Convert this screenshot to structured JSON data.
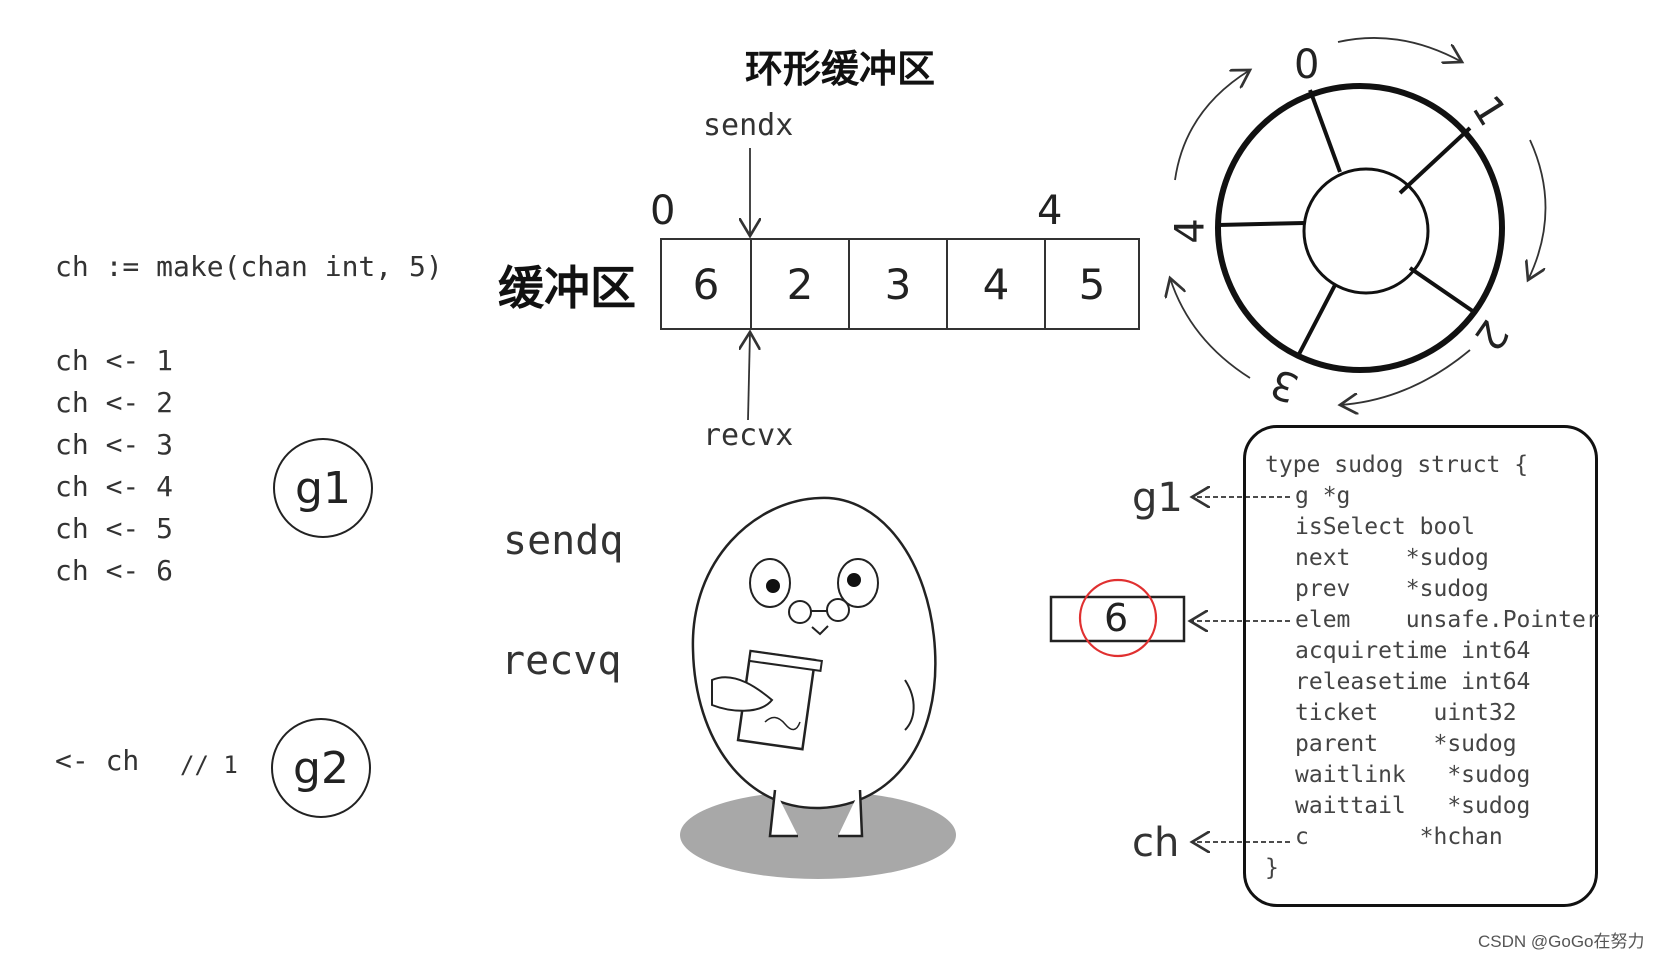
{
  "title": "环形缓冲区",
  "code_left": {
    "make": "ch := make(chan int, 5)",
    "sends": [
      "ch <- 1",
      "ch <- 2",
      "ch <- 3",
      "ch <- 4",
      "ch <- 5",
      "ch <- 6"
    ],
    "recv": "<- ch",
    "recv_comment": "// 1"
  },
  "goroutines": {
    "g1": "g1",
    "g2": "g2"
  },
  "buffer": {
    "label": "缓冲区",
    "cells": [
      "6",
      "2",
      "3",
      "4",
      "5"
    ],
    "index_start": "0",
    "index_end": "4",
    "sendx_label": "sendx",
    "recvx_label": "recvx"
  },
  "queues": {
    "sendq": "sendq",
    "recvq": "recvq"
  },
  "ring": {
    "indices": [
      "0",
      "1",
      "2",
      "3",
      "4"
    ]
  },
  "elem_value": "6",
  "sudog": {
    "header": "type sudog struct {",
    "fields": [
      "g *g",
      "isSelect bool",
      "next    *sudog",
      "prev    *sudog",
      "elem    unsafe.Pointer",
      "acquiretime int64",
      "releasetime int64",
      "ticket    uint32",
      "parent    *sudog",
      "waitlink   *sudog",
      "waittail   *sudog",
      "c        *hchan"
    ],
    "footer": "}"
  },
  "pointers": {
    "g1": "g1",
    "ch": "ch"
  },
  "footer_text": "CSDN @GoGo在努力",
  "colors": {
    "highlight": "#e03030",
    "mascot_shadow": "#a8a8a8"
  }
}
